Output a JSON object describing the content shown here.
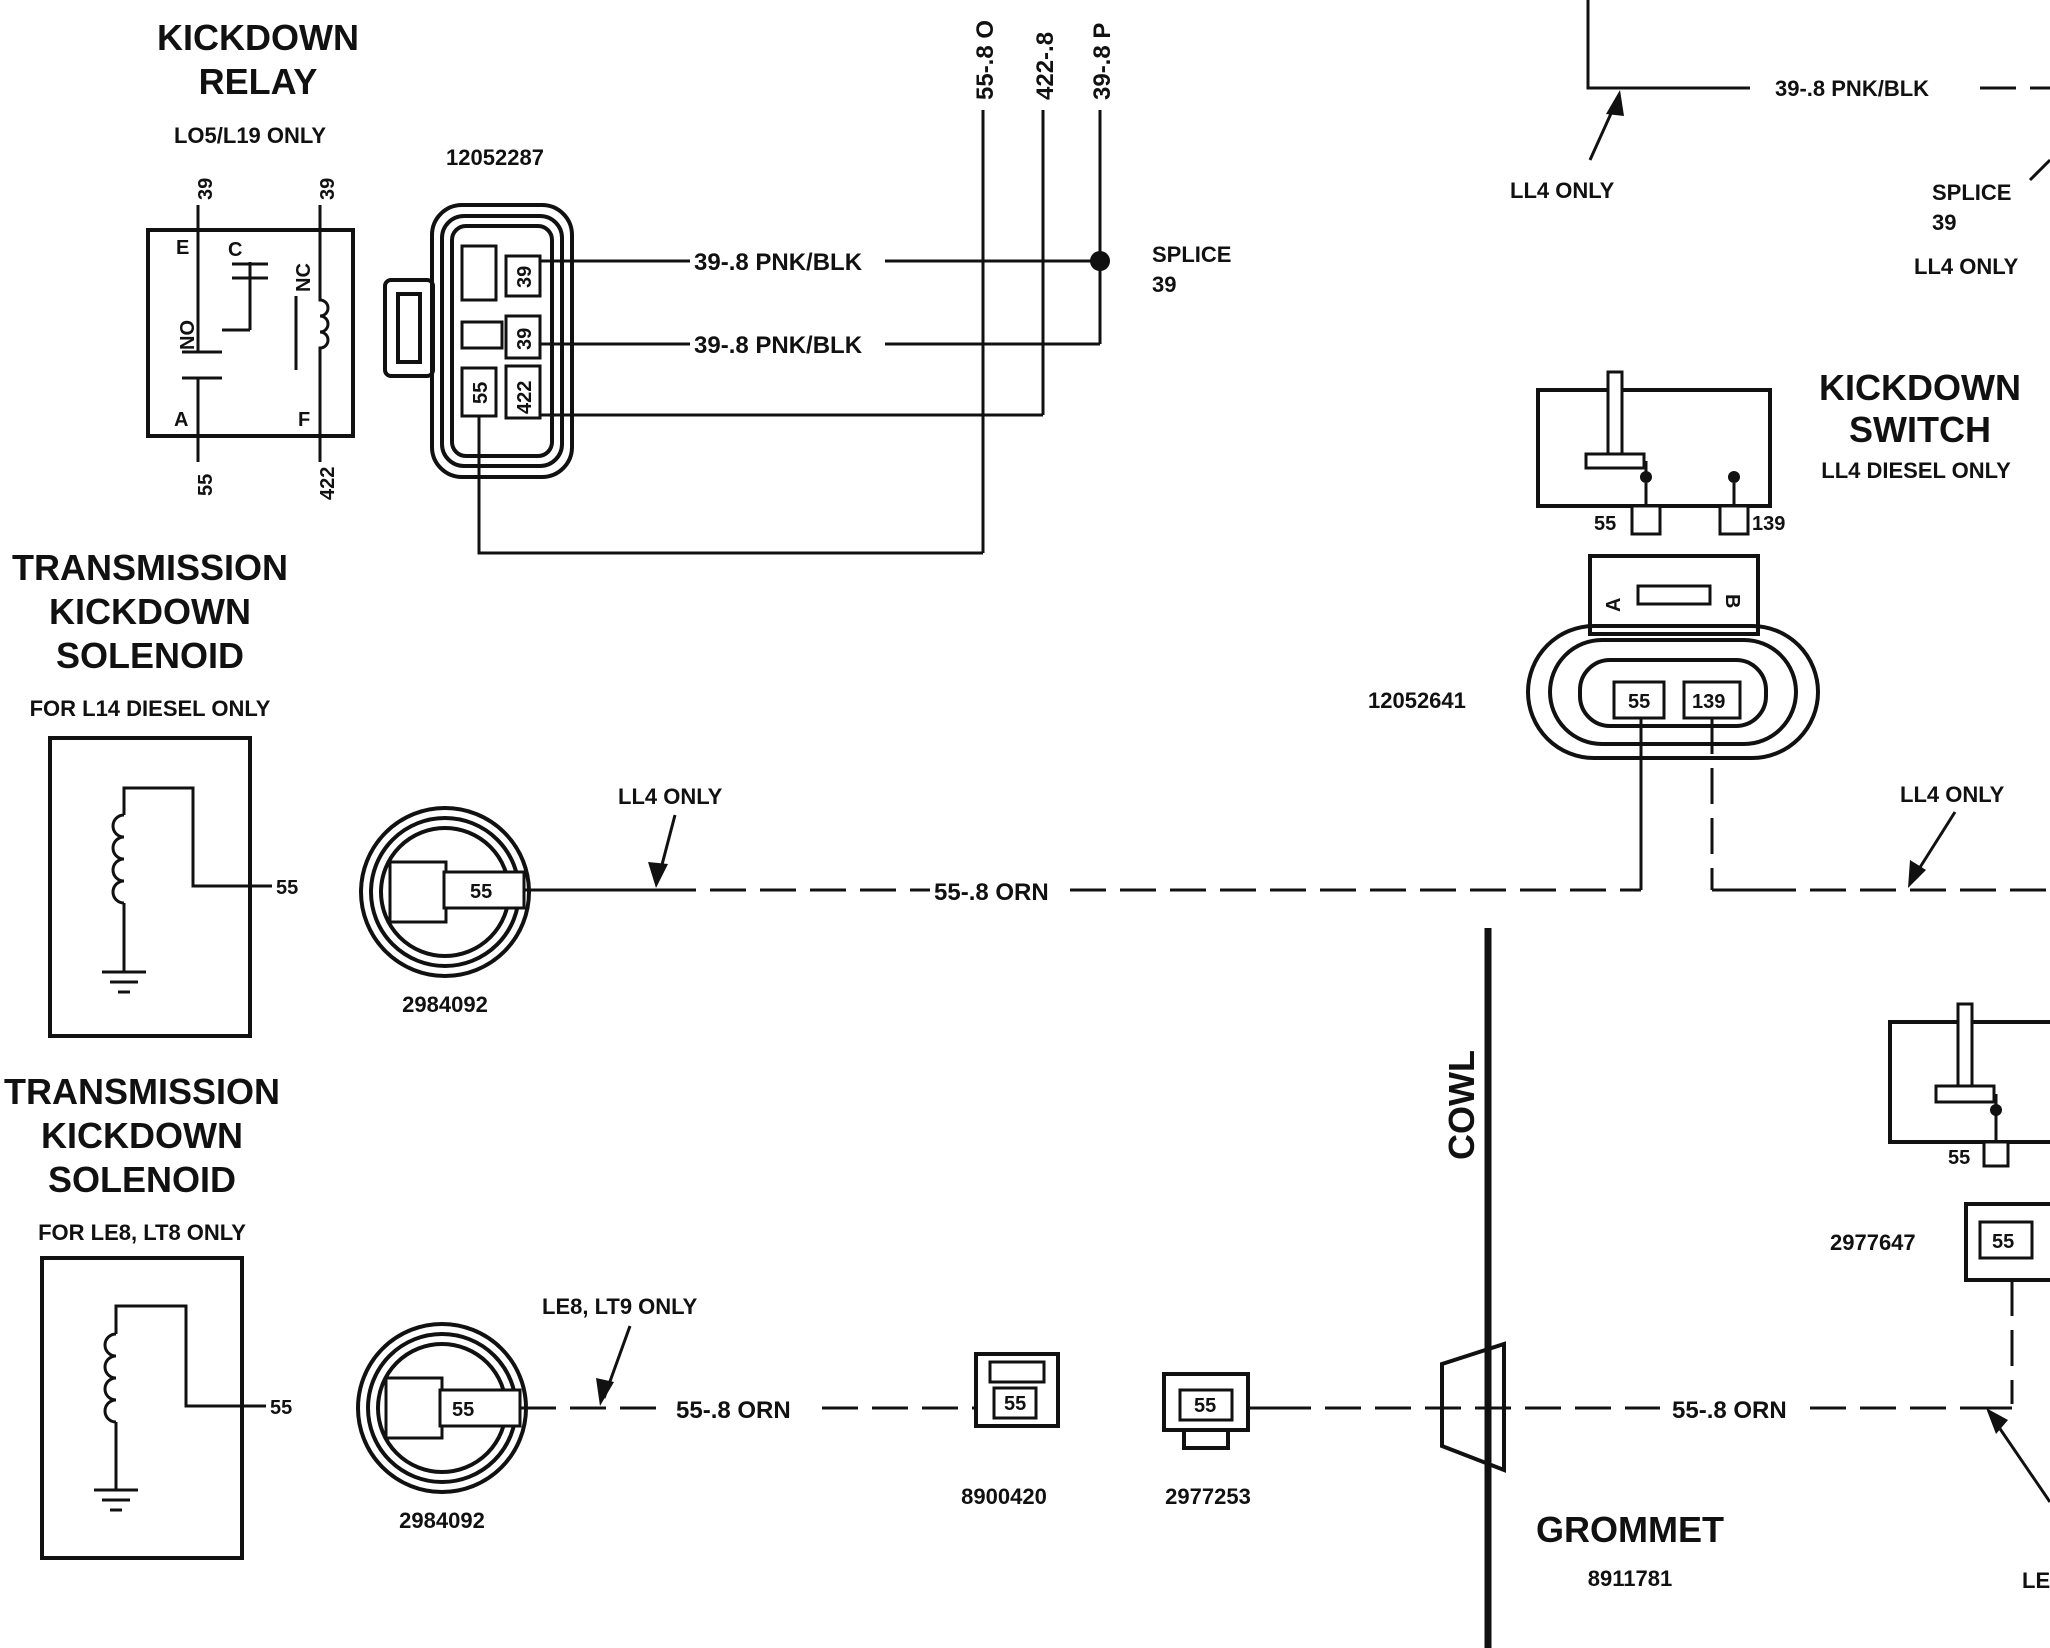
{
  "relay": {
    "title1": "KICKDOWN",
    "title2": "RELAY",
    "sub": "LO5/L19 ONLY",
    "pin_top_left": "39",
    "pin_top_right": "39",
    "pin_bottom_left": "55",
    "pin_bottom_right": "422",
    "term_e": "E",
    "term_c": "C",
    "term_nc": "NC",
    "term_no": "NO",
    "term_a": "A",
    "term_f": "F"
  },
  "relay_connector": {
    "part": "12052287",
    "cav_top": "39",
    "cav_mid": "39",
    "cav_bl": "55",
    "cav_br": "422"
  },
  "top_wires": {
    "w1": "55-.8 O",
    "w2": "422-.8",
    "w3": "39-.8 P",
    "pnk1": "39-.8 PNK/BLK",
    "pnk2": "39-.8 PNK/BLK"
  },
  "splice_left": {
    "line1": "SPLICE",
    "line2": "39"
  },
  "top_right": {
    "wire": "39-.8 PNK/BLK",
    "ll4": "LL4 ONLY",
    "splice1": "SPLICE",
    "splice2": "39",
    "splice_ll4": "LL4 ONLY"
  },
  "kick_switch": {
    "title1": "KICKDOWN",
    "title2": "SWITCH",
    "sub": "LL4 DIESEL ONLY",
    "pin55": "55",
    "pin139": "139",
    "conn_a": "A",
    "conn_b": "B",
    "part": "12052641",
    "cav55": "55",
    "cav139": "139"
  },
  "solenoid1": {
    "title1": "TRANSMISSION",
    "title2": "KICKDOWN",
    "title3": "SOLENOID",
    "sub": "FOR L14 DIESEL ONLY",
    "pin": "55",
    "conn_part": "2984092",
    "conn_cav": "55"
  },
  "mid_wire": {
    "ll4_left": "LL4 ONLY",
    "label": "55-.8 ORN",
    "ll4_right": "LL4 ONLY"
  },
  "solenoid2": {
    "title1": "TRANSMISSION",
    "title2": "KICKDOWN",
    "title3": "SOLENOID",
    "sub": "FOR LE8, LT8 ONLY",
    "pin": "55",
    "conn_part": "2984092",
    "conn_cav": "55"
  },
  "bottom_wire": {
    "le8": "LE8, LT9 ONLY",
    "label_left": "55-.8 ORN",
    "label_right": "55-.8 ORN",
    "conn1_part": "8900420",
    "conn1_cav": "55",
    "conn2_part": "2977253",
    "conn2_cav": "55",
    "le_cut": "LE"
  },
  "cowl": {
    "label": "COWL"
  },
  "grommet": {
    "label": "GROMMET",
    "part": "8911781"
  },
  "right_switch": {
    "pin55": "55",
    "part": "2977647",
    "cav": "55"
  }
}
